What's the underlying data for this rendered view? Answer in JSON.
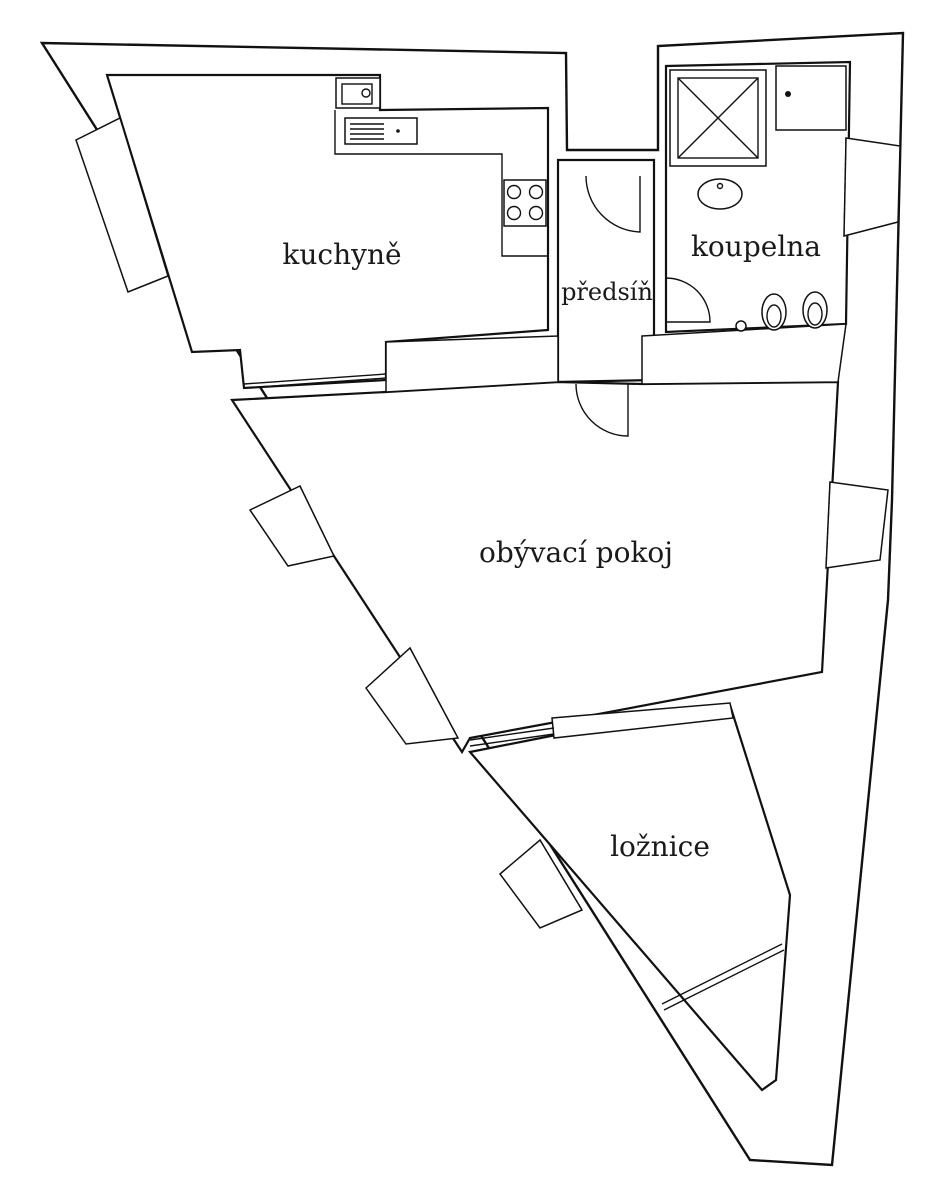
{
  "rooms": {
    "kitchen": "kuchyně",
    "hallway": "předsíň",
    "bathroom": "koupelna",
    "living_room": "obývací pokoj",
    "bedroom": "ložnice"
  }
}
